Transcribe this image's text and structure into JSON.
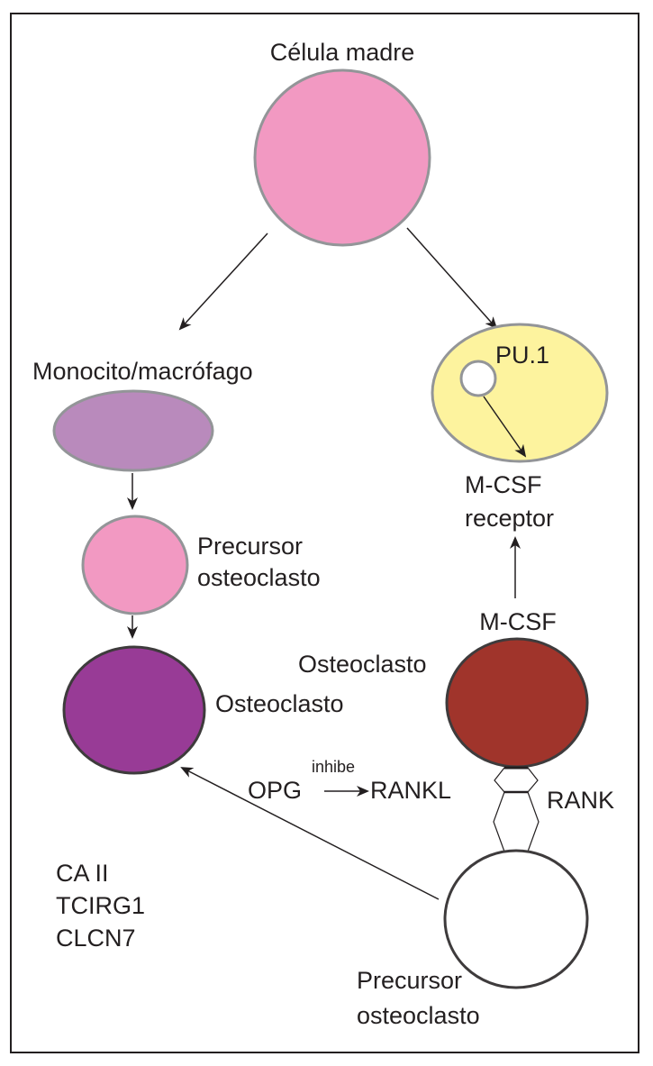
{
  "diagram": {
    "type": "osteoclast-differentiation-pathway",
    "colors": {
      "stem_cell": "#f299c2",
      "monocyte": "#b98abc",
      "precursor_left": "#f299c2",
      "osteoclast_left": "#983b96",
      "pu1_cell": "#fdf39e",
      "osteoclast_right": "#a0342b",
      "precursor_right": "#ffffff",
      "outline_gray": "#939598",
      "outline_dark": "#3e3b3c",
      "text": "#231f20"
    },
    "nodes": {
      "stem_cell": {
        "label": "Célula madre"
      },
      "monocyte": {
        "label": "Monocito/macrófago"
      },
      "precursor_left": {
        "label_line1": "Precursor",
        "label_line2": "osteoclasto"
      },
      "osteoclast_left": {
        "label": "Osteoclasto"
      },
      "pu1_cell": {
        "label": "PU.1"
      },
      "mcsf_receptor": {
        "label_line1": "M-CSF",
        "label_line2": "receptor"
      },
      "mcsf": {
        "label": "M-CSF"
      },
      "osteoclast_right": {
        "label": "Osteoclasto"
      },
      "rank": {
        "label": "RANK"
      },
      "precursor_right": {
        "label_line1": "Precursor",
        "label_line2": "osteoclasto"
      }
    },
    "opg_relation": {
      "source": "OPG",
      "verb": "inhibe",
      "target": "RANKL"
    },
    "genes": [
      "CA II",
      "TCIRG1",
      "CLCN7"
    ],
    "edges": [
      {
        "from": "stem_cell",
        "to": "monocyte"
      },
      {
        "from": "stem_cell",
        "to": "pu1_cell"
      },
      {
        "from": "monocyte",
        "to": "precursor_left"
      },
      {
        "from": "precursor_left",
        "to": "osteoclast_left"
      },
      {
        "from": "pu1_nucleus",
        "to": "mcsf_receptor"
      },
      {
        "from": "mcsf",
        "to": "mcsf_receptor"
      },
      {
        "from": "OPG",
        "to": "RANKL",
        "label": "inhibe"
      },
      {
        "from": "precursor_right",
        "to": "osteoclast_left"
      }
    ]
  }
}
